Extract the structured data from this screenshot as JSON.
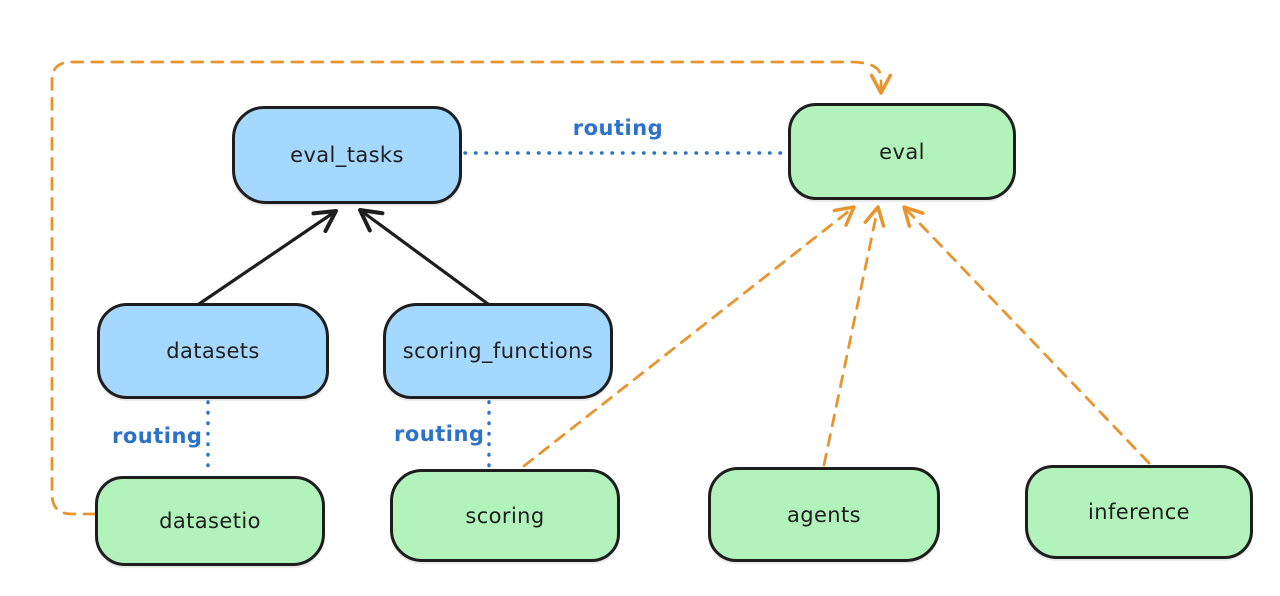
{
  "diagram": {
    "background": "#ffffff",
    "colors": {
      "api_fill_blue": "#a5d8ff",
      "provider_fill_green": "#b2f2bb",
      "stroke_black": "#1e1e1e",
      "routing_blue": "#2b72c8",
      "dashed_orange": "#e8952f"
    },
    "nodes": {
      "eval_tasks": {
        "label": "eval_tasks",
        "fill": "blue"
      },
      "eval": {
        "label": "eval",
        "fill": "green"
      },
      "datasets": {
        "label": "datasets",
        "fill": "blue"
      },
      "scoring_functions": {
        "label": "scoring_functions",
        "fill": "blue"
      },
      "datasetio": {
        "label": "datasetio",
        "fill": "green"
      },
      "scoring": {
        "label": "scoring",
        "fill": "green"
      },
      "agents": {
        "label": "agents",
        "fill": "green"
      },
      "inference": {
        "label": "inference",
        "fill": "green"
      }
    },
    "edge_labels": {
      "eval_tasks_eval": "routing",
      "datasets_datasetio": "routing",
      "scoring_functions_scoring": "routing"
    },
    "edges": [
      {
        "from": "datasets",
        "to": "eval_tasks",
        "style": "solid-arrow",
        "color": "#1e1e1e",
        "label": ""
      },
      {
        "from": "scoring_functions",
        "to": "eval_tasks",
        "style": "solid-arrow",
        "color": "#1e1e1e",
        "label": ""
      },
      {
        "from": "eval_tasks",
        "to": "eval",
        "style": "dotted",
        "color": "#2b72c8",
        "label": "routing"
      },
      {
        "from": "datasets",
        "to": "datasetio",
        "style": "dotted",
        "color": "#2b72c8",
        "label": "routing"
      },
      {
        "from": "scoring_functions",
        "to": "scoring",
        "style": "dotted",
        "color": "#2b72c8",
        "label": "routing"
      },
      {
        "from": "datasetio",
        "to": "eval",
        "style": "dashed-arrow",
        "color": "#e8952f",
        "label": ""
      },
      {
        "from": "scoring",
        "to": "eval",
        "style": "dashed-arrow",
        "color": "#e8952f",
        "label": ""
      },
      {
        "from": "agents",
        "to": "eval",
        "style": "dashed-arrow",
        "color": "#e8952f",
        "label": ""
      },
      {
        "from": "inference",
        "to": "eval",
        "style": "dashed-arrow",
        "color": "#e8952f",
        "label": ""
      }
    ]
  }
}
